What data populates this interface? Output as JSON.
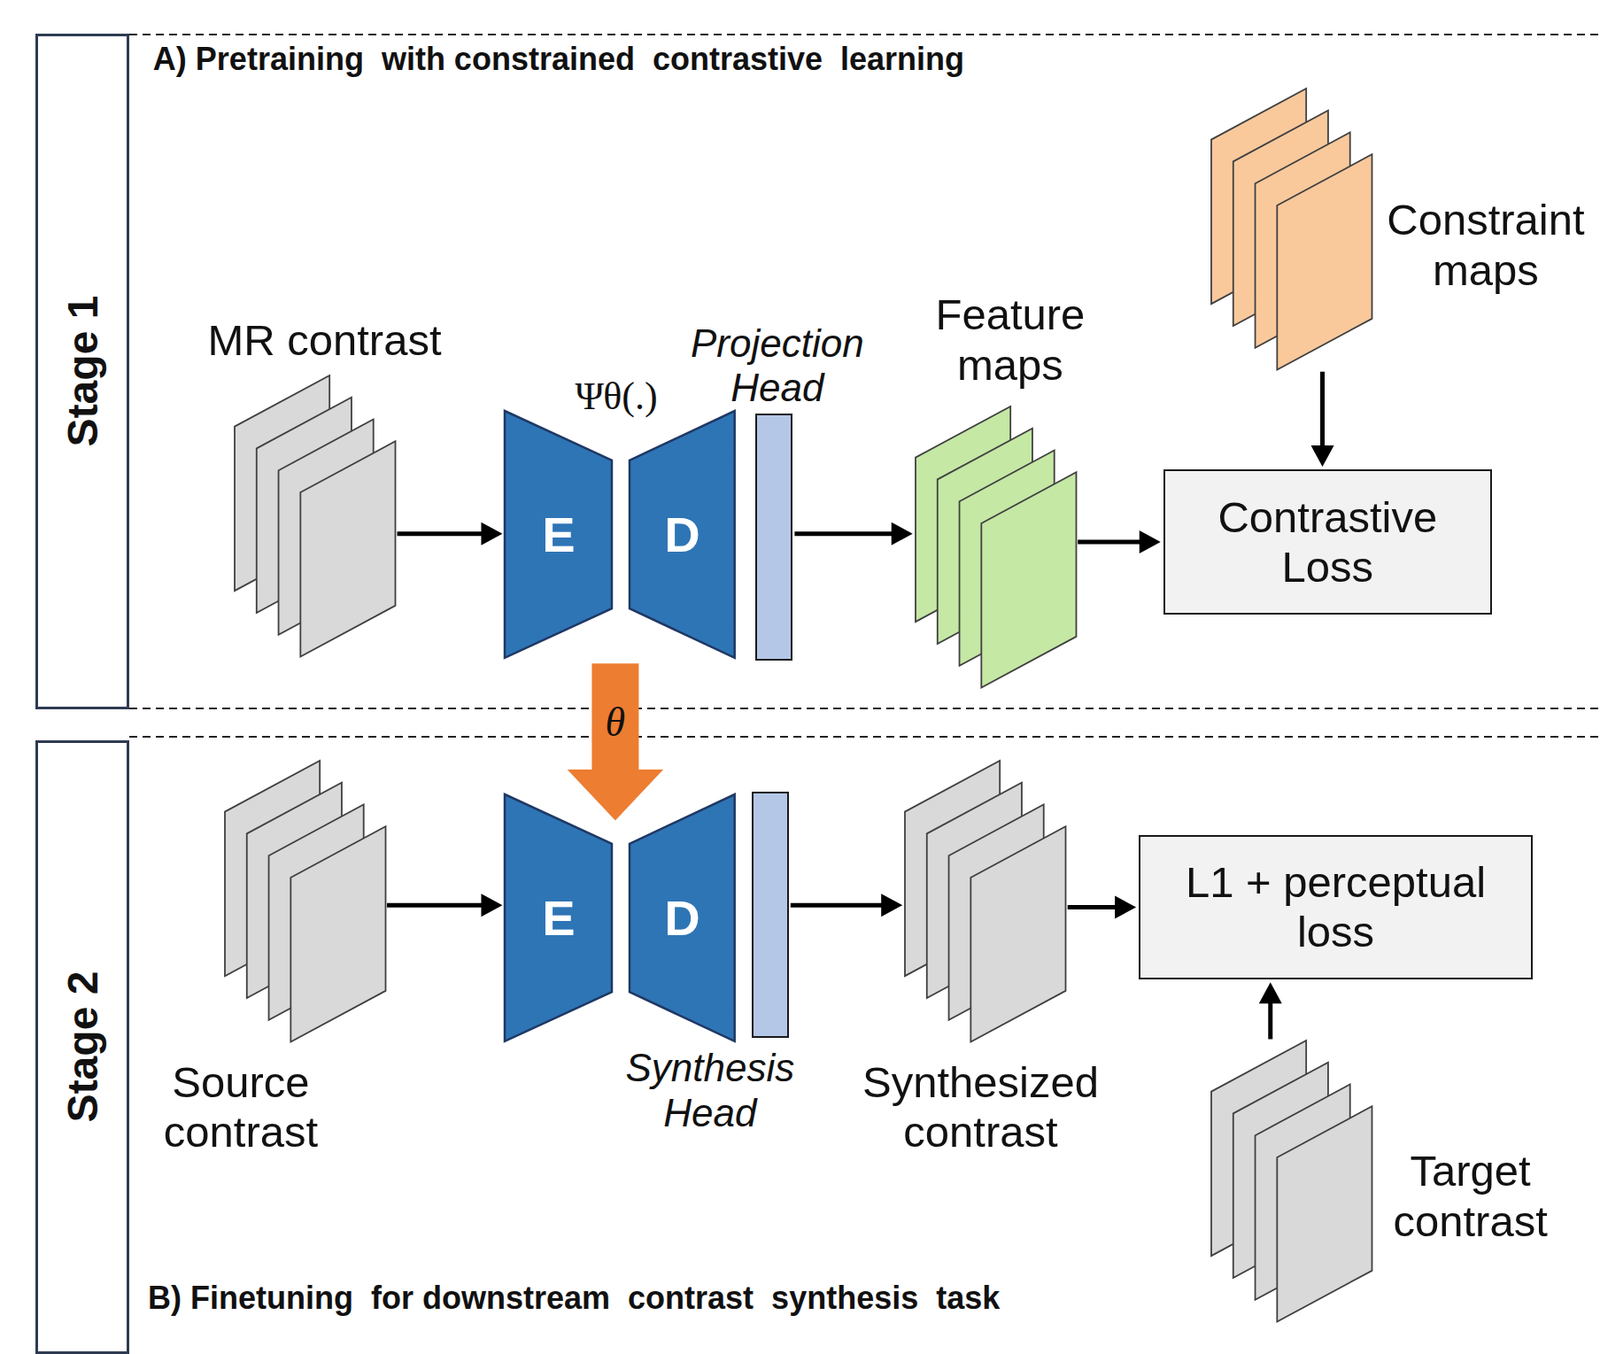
{
  "diagram": {
    "nodes": [
      {
        "text": [
          "Stage 1"
        ]
      },
      {
        "text": [
          "MR contrast"
        ]
      },
      {
        "text": [
          "E"
        ]
      },
      {
        "text": [
          "D"
        ]
      },
      {
        "text": [
          "Projection Head"
        ]
      },
      {
        "text": [
          "Feature maps"
        ]
      },
      {
        "text": [
          "Constraint maps"
        ]
      },
      {
        "text": [
          "Contrastive Loss"
        ]
      },
      {
        "text": [
          "Stage 2"
        ]
      },
      {
        "text": [
          "Source contrast"
        ]
      },
      {
        "text": [
          "E"
        ]
      },
      {
        "text": [
          "D"
        ]
      },
      {
        "text": [
          "Synthesis Head"
        ]
      },
      {
        "text": [
          "Synthesized contrast"
        ]
      },
      {
        "text": [
          "L1 + perceptual loss"
        ]
      },
      {
        "text": [
          "Target contrast"
        ]
      }
    ],
    "edges": [
      {
        "from": 1,
        "to": 2,
        "arrow": "to"
      },
      {
        "from": 4,
        "to": 5,
        "arrow": "to"
      },
      {
        "from": 5,
        "to": 7,
        "arrow": "to"
      },
      {
        "from": 6,
        "to": 7,
        "arrow": "to"
      },
      {
        "from": 2,
        "to": 10,
        "label": "θ",
        "arrow": "to"
      },
      {
        "from": 9,
        "to": 10,
        "arrow": "to"
      },
      {
        "from": 12,
        "to": 13,
        "arrow": "to"
      },
      {
        "from": 13,
        "to": 14,
        "arrow": "to"
      },
      {
        "from": 15,
        "to": 14,
        "arrow": "to"
      }
    ],
    "labels": [
      "A) Pretraining  with constrained  contrastive  learning",
      "Ψθ(.)",
      "B) Finetuning  for downstream  contrast  synthesis  task"
    ]
  }
}
